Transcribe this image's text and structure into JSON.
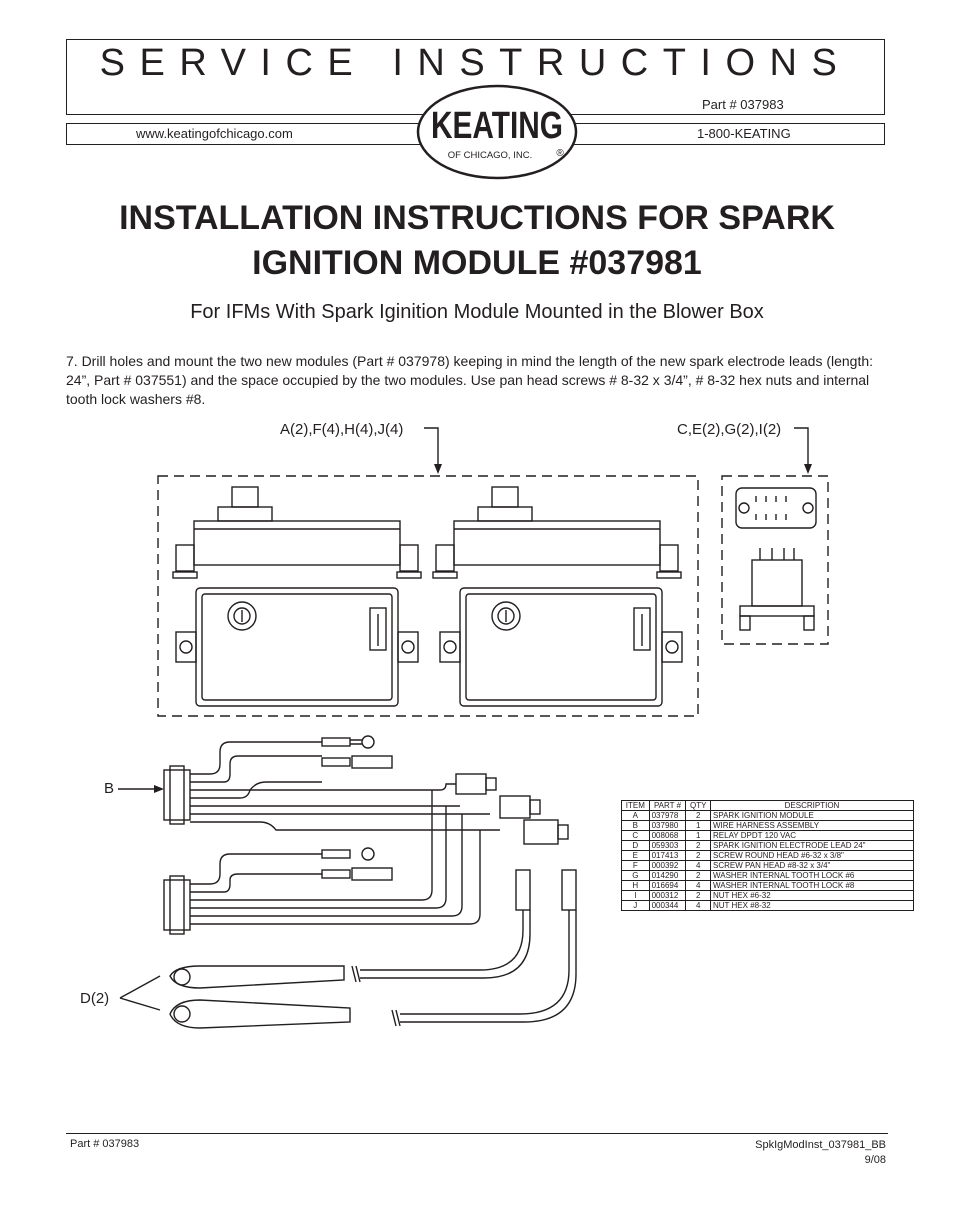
{
  "header": {
    "title": "SERVICE INSTRUCTIONS",
    "part_number": "Part # 037983",
    "website": "www.keatingofchicago.com",
    "phone": "1-800-KEATING"
  },
  "logo": {
    "name": "KEATING",
    "tagline": "OF CHICAGO, INC.",
    "mark": "®"
  },
  "document": {
    "title_line1": "INSTALLATION INSTRUCTIONS FOR SPARK",
    "title_line2": "IGNITION MODULE #037981",
    "subtitle": "For IFMs With Spark Iginition Module Mounted in the Blower Box",
    "step_text": "7. Drill holes and mount the two new modules (Part #  037978) keeping in mind the length of the new spark electrode leads (length: 24”, Part # 037551) and the space occupied by the two modules. Use pan head screws # 8-32 x 3/4”, # 8-32 hex nuts and internal tooth lock washers #8."
  },
  "diagram": {
    "callout_modules": "A(2),F(4),H(4),J(4)",
    "callout_relay": "C,E(2),G(2),I(2)",
    "callout_harness": "B",
    "callout_leads": "D(2)"
  },
  "bom": {
    "headers": [
      "ITEM",
      "PART #",
      "QTY",
      "DESCRIPTION"
    ],
    "rows": [
      [
        "A",
        "037978",
        "2",
        "SPARK IGNITION MODULE"
      ],
      [
        "B",
        "037980",
        "1",
        "WIRE HARNESS ASSEMBLY"
      ],
      [
        "C",
        "008068",
        "1",
        "RELAY DPDT 120 VAC"
      ],
      [
        "D",
        "059303",
        "2",
        "SPARK IGNITION ELECTRODE LEAD 24\""
      ],
      [
        "E",
        "017413",
        "2",
        "SCREW ROUND HEAD #6-32 x 3/8\""
      ],
      [
        "F",
        "000392",
        "4",
        "SCREW PAN HEAD #8-32 x 3/4\""
      ],
      [
        "G",
        "014290",
        "2",
        "WASHER INTERNAL TOOTH LOCK #6"
      ],
      [
        "H",
        "016694",
        "4",
        "WASHER INTERNAL TOOTH LOCK #8"
      ],
      [
        "I",
        "000312",
        "2",
        "NUT HEX #6-32"
      ],
      [
        "J",
        "000344",
        "4",
        "NUT HEX #8-32"
      ]
    ]
  },
  "footer": {
    "part_number": "Part # 037983",
    "doc_code": "SpkIgModInst_037981_BB",
    "date": "9/08"
  }
}
